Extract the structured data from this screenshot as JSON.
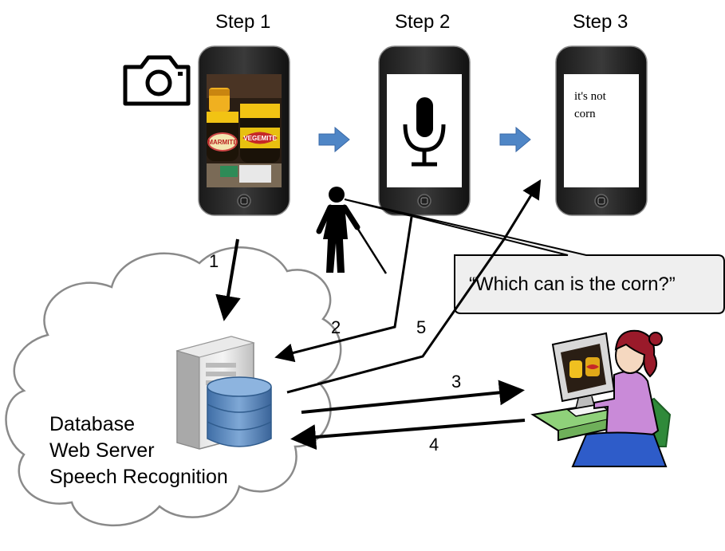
{
  "steps": [
    "Step 1",
    "Step 2",
    "Step 3"
  ],
  "phone3_text": "it's not\ncorn",
  "arrows": [
    "1",
    "2",
    "3",
    "4",
    "5"
  ],
  "speech_bubble": "“Which can is the corn?”",
  "cloud_labels": [
    "Database",
    "Web Server",
    "Speech Recognition"
  ],
  "jar_labels": [
    "MARMITE",
    "VEGEMITE"
  ],
  "colors": {
    "flow_arrow": "#4f86c6",
    "database": "#4a78aa",
    "cloud_stroke": "#8a8a8a",
    "bubble_fill": "#efefef",
    "sweater": "#c98ad8",
    "desk": "#8fd17a",
    "chair": "#2f8a3a",
    "hair": "#9a1a2a"
  }
}
